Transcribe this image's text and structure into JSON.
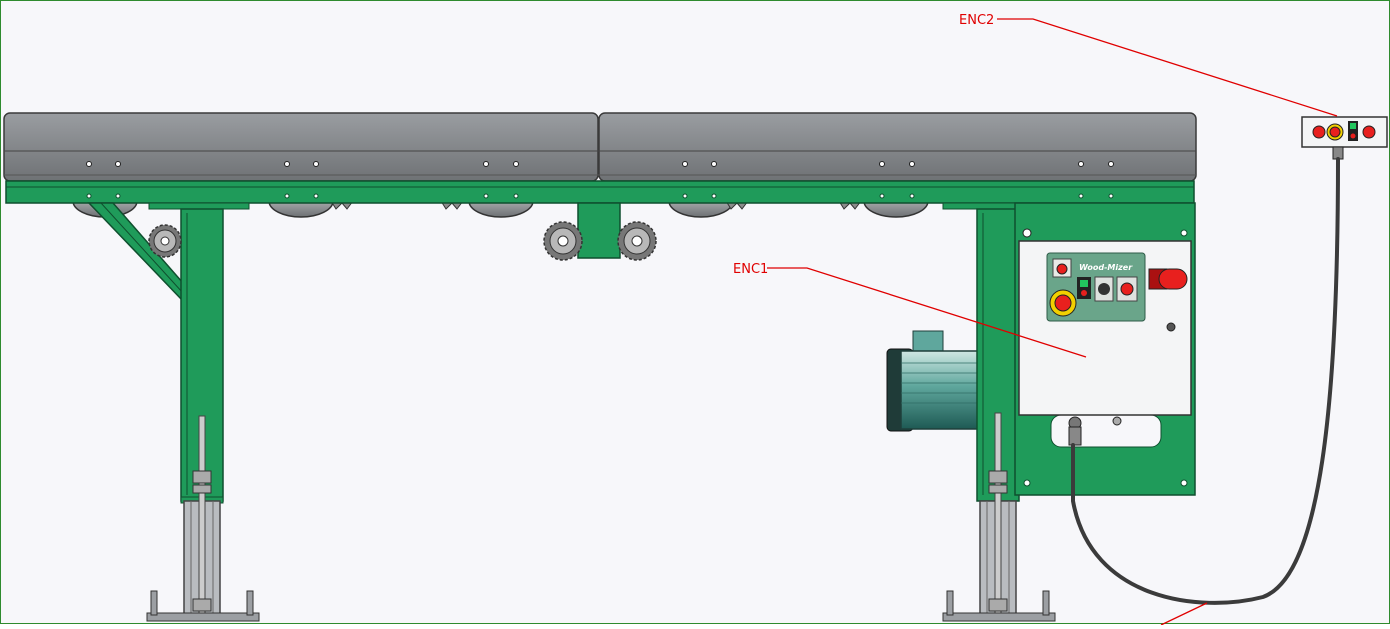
{
  "callouts": {
    "enc1": "ENC1",
    "enc2": "ENC2"
  },
  "panel": {
    "brand": "Wood-Mizer"
  },
  "colors": {
    "frame_green": "#1f9b5a",
    "roller_gray": "#8a8d90",
    "callout_red": "#e00000",
    "button_red": "#e8201e",
    "button_yellow": "#f2d000",
    "indicator_green": "#22c55e"
  }
}
